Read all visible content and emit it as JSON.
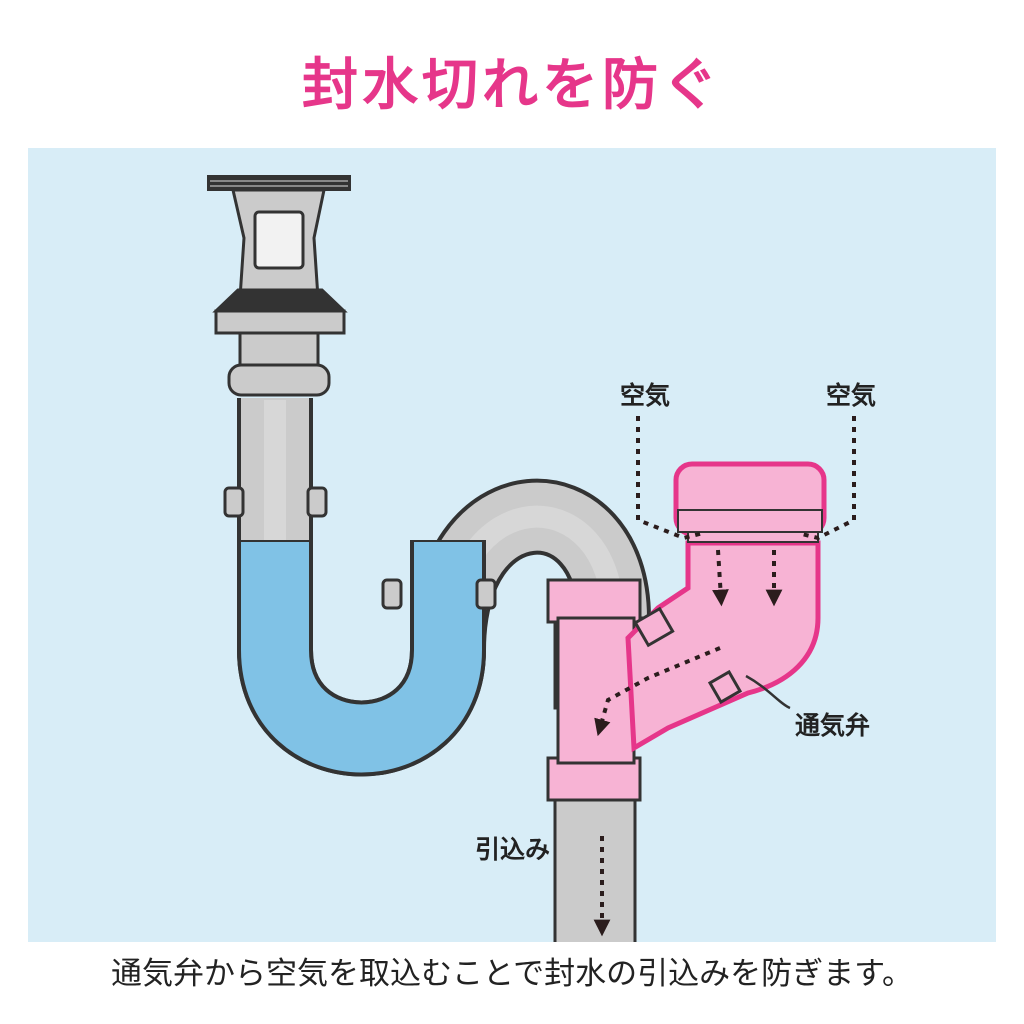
{
  "title": "封水切れを防ぐ",
  "caption": "通気弁から空気を取込むことで封水の引込みを防ぎます。",
  "labels": {
    "air_left": "空気",
    "air_right": "空気",
    "vent_valve": "通気弁",
    "draw_in": "引込み"
  },
  "colors": {
    "title": "#e6368a",
    "background_panel": "#d8edf7",
    "water": "#80c2e6",
    "pipe": "#cbcbcb",
    "vent_fitting": "#f7b3d4",
    "vent_outline": "#e6368a",
    "outline": "#333333",
    "arrow": "#2b1d1d"
  }
}
